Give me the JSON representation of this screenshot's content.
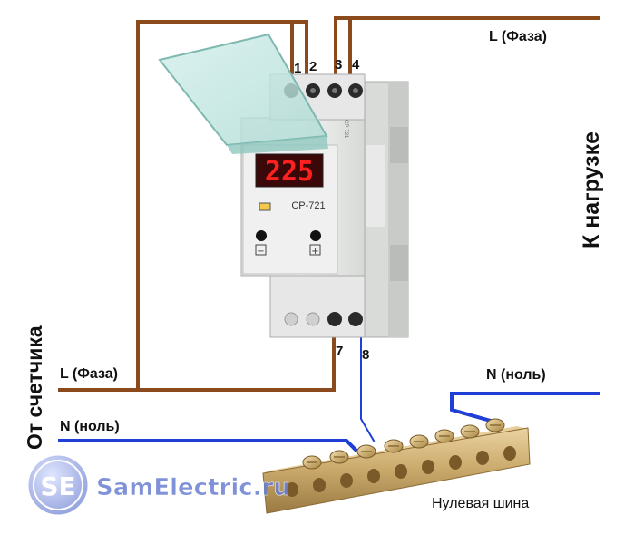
{
  "device": {
    "display_value": "225",
    "model": "CP-721",
    "minus_symbol": "−",
    "plus_symbol": "+"
  },
  "terminals": {
    "top": [
      "1",
      "2",
      "3",
      "4"
    ],
    "bottom": [
      "7",
      "8"
    ]
  },
  "labels": {
    "phase_top": "L (Фаза)",
    "to_load": "К нагрузке",
    "from_meter": "От счетчика",
    "phase_left": "L (Фаза)",
    "neutral_left": "N (ноль)",
    "neutral_right": "N (ноль)",
    "neutral_bus": "Нулевая шина"
  },
  "logo": {
    "initials": "SE",
    "text": "SamElectric.ru"
  },
  "colors": {
    "phase_wire": "#8a4a1c",
    "neutral_wire": "#1f3fd6",
    "display": "#e21b1b",
    "brass": "#c9a86a",
    "logo": "#6b7fd1"
  }
}
